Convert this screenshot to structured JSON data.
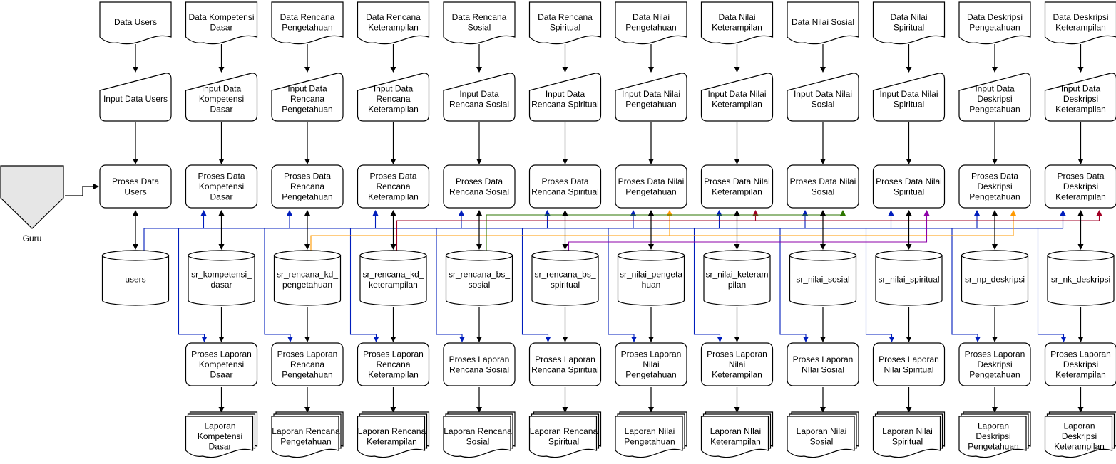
{
  "actor": {
    "label": "Guru"
  },
  "columns": [
    {
      "id": "users",
      "doc": [
        "Data Users"
      ],
      "input": [
        "Input Data Users"
      ],
      "process": [
        "Proses Data",
        "Users"
      ],
      "db": [
        "users"
      ],
      "report_process": null,
      "report": null
    },
    {
      "id": "kd",
      "doc": [
        "Data Kompetensi",
        "Dasar"
      ],
      "input": [
        "Input Data",
        "Kompetensi",
        "Dasar"
      ],
      "process": [
        "Proses Data",
        "Kompetensi",
        "Dasar"
      ],
      "db": [
        "sr_kompetensi_",
        "dasar"
      ],
      "report_process": [
        "Proses Laporan",
        "Kompetensi",
        "Dsaar"
      ],
      "report": [
        "Laporan",
        "Kompetensi",
        "Dasar"
      ]
    },
    {
      "id": "rkp",
      "doc": [
        "Data Rencana",
        "Pengetahuan"
      ],
      "input": [
        "Input Data",
        "Rencana",
        "Pengetahuan"
      ],
      "process": [
        "Proses Data",
        "Rencana",
        "Pengetahuan"
      ],
      "db": [
        "sr_rencana_kd_",
        "pengetahuan"
      ],
      "report_process": [
        "Proses Laporan",
        "Rencana",
        "Pengetahuan"
      ],
      "report": [
        "Laporan Rencana",
        "Pengetahuan"
      ]
    },
    {
      "id": "rkk",
      "doc": [
        "Data Rencana",
        "Keterampilan"
      ],
      "input": [
        "Input Data",
        "Rencana",
        "Keterampilan"
      ],
      "process": [
        "Proses Data",
        "Rencana",
        "Keterampilan"
      ],
      "db": [
        "sr_rencana_kd_",
        "keterampilan"
      ],
      "report_process": [
        "Proses Laporan",
        "Rencana",
        "Keterampilan"
      ],
      "report": [
        "Laporan Rencana",
        "Keterampilan"
      ]
    },
    {
      "id": "rbso",
      "doc": [
        "Data Rencana",
        "Sosial"
      ],
      "input": [
        "Input Data",
        "Rencana Sosial"
      ],
      "process": [
        "Proses Data",
        "Rencana Sosial"
      ],
      "db": [
        "sr_rencana_bs_",
        "sosial"
      ],
      "report_process": [
        "Proses Laporan",
        "Rencana Sosial"
      ],
      "report": [
        "Laporan Rencana",
        "Sosial"
      ]
    },
    {
      "id": "rbsp",
      "doc": [
        "Data Rencana",
        "Spiritual"
      ],
      "input": [
        "Input Data",
        "Rencana Spiritual"
      ],
      "process": [
        "Proses Data",
        "Rencana Spiritual"
      ],
      "db": [
        "sr_rencana_bs_",
        "spiritual"
      ],
      "report_process": [
        "Proses Laporan",
        "Rencana Spiritual"
      ],
      "report": [
        "Laporan Rencana",
        "Spiritual"
      ]
    },
    {
      "id": "np",
      "doc": [
        "Data Nilai",
        "Pengetahuan"
      ],
      "input": [
        "Input Data Nilai",
        "Pengetahuan"
      ],
      "process": [
        "Proses Data Nilai",
        "Pengetahuan"
      ],
      "db": [
        "sr_nilai_pengeta",
        "huan"
      ],
      "report_process": [
        "Proses Laporan",
        "Nilai",
        "Pengetahuan"
      ],
      "report": [
        "Laporan Nilai",
        "Pengetahuan"
      ]
    },
    {
      "id": "nk",
      "doc": [
        "Data Nilai",
        "Keterampilan"
      ],
      "input": [
        "Input Data Nilai",
        "Keterampilan"
      ],
      "process": [
        "Proses Data Nilai",
        "Keterampilan"
      ],
      "db": [
        "sr_nilai_keteram",
        "pilan"
      ],
      "report_process": [
        "Proses Laporan",
        "Nilai",
        "Keterampilan"
      ],
      "report": [
        "Laporan NIlai",
        "Keterampilan"
      ]
    },
    {
      "id": "nso",
      "doc": [
        "Data Nilai Sosial"
      ],
      "input": [
        "Input Data Nilai",
        "Sosial"
      ],
      "process": [
        "Proses Data Nilai",
        "Sosial"
      ],
      "db": [
        "sr_nilai_sosial"
      ],
      "report_process": [
        "Proses Laporan",
        "NIlai Sosial"
      ],
      "report": [
        "Laporan Nilai",
        "Sosial"
      ]
    },
    {
      "id": "nsp",
      "doc": [
        "Data Nilai",
        "Spiritual"
      ],
      "input": [
        "Input Data Nilai",
        "Spiritual"
      ],
      "process": [
        "Proses Data Nilai",
        "Spiritual"
      ],
      "db": [
        "sr_nilai_spiritual"
      ],
      "report_process": [
        "Proses Laporan",
        "Nilai Spiritual"
      ],
      "report": [
        "Laporan Nilai",
        "Spiritual"
      ]
    },
    {
      "id": "npd",
      "doc": [
        "Data Deskripsi",
        "Pengetahuan"
      ],
      "input": [
        "Input Data",
        "Deskripsi",
        "Pengetahuan"
      ],
      "process": [
        "Proses Data",
        "Deskripsi",
        "Pengetahuan"
      ],
      "db": [
        "sr_np_deskripsi"
      ],
      "report_process": [
        "Proses Laporan",
        "Deskripsi",
        "Pengetahuan"
      ],
      "report": [
        "Laporan",
        "Deskripsi",
        "Pengetahuan"
      ]
    },
    {
      "id": "nkd",
      "doc": [
        "Data Deskripsi",
        "Keterampilan"
      ],
      "input": [
        "Input Data",
        "Deskripsi",
        "Keterampilan"
      ],
      "process": [
        "Proses Data",
        "Deskripsi",
        "Keterampilan"
      ],
      "db": [
        "sr_nk_deskripsi"
      ],
      "report_process": [
        "Proses Laporan",
        "Deskripsi",
        "Keterampilan"
      ],
      "report": [
        "Laporan",
        "Deskripsi",
        "Keterampilan"
      ]
    }
  ],
  "colors": {
    "stroke": "#000000",
    "actor_fill": "#e6e6e6",
    "users_link": "#001dbc",
    "orange_link": "#ff9900",
    "green_link": "#2d7600",
    "red_link": "#a20025",
    "purple_link": "#8d00a8"
  }
}
